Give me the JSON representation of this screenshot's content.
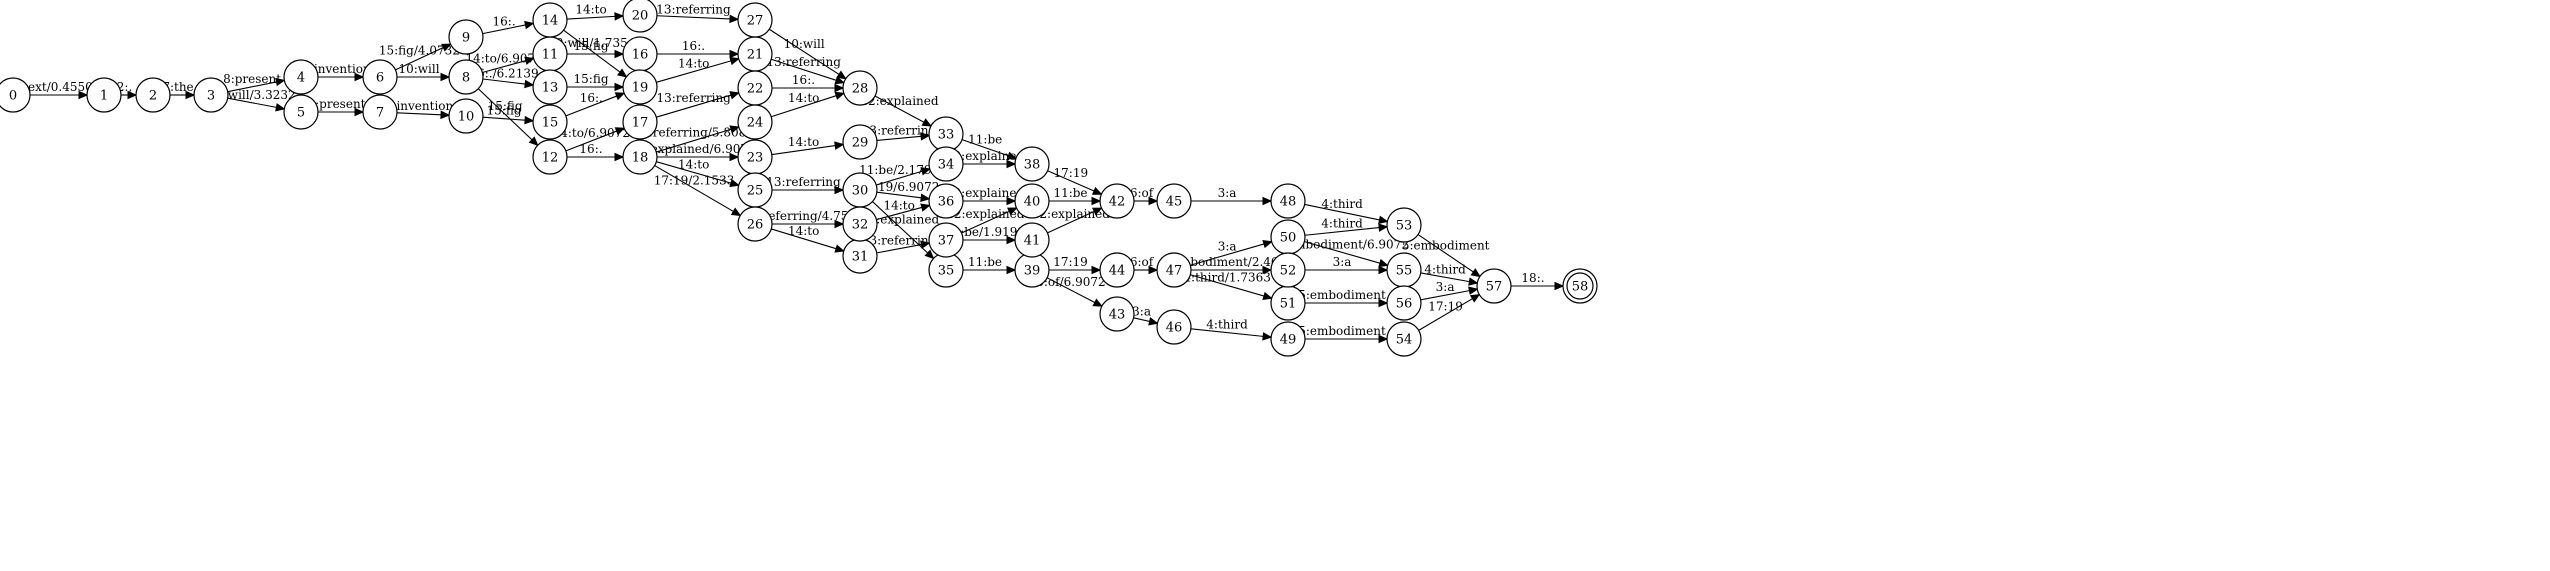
{
  "graph": {
    "start_node": "0",
    "final_node": "58",
    "nodes": [
      "0",
      "1",
      "2",
      "3",
      "4",
      "5",
      "6",
      "7",
      "8",
      "9",
      "10",
      "11",
      "12",
      "13",
      "14",
      "15",
      "16",
      "17",
      "18",
      "19",
      "20",
      "21",
      "22",
      "23",
      "24",
      "25",
      "26",
      "27",
      "28",
      "29",
      "30",
      "31",
      "32",
      "33",
      "34",
      "35",
      "36",
      "37",
      "38",
      "39",
      "40",
      "41",
      "42",
      "43",
      "44",
      "45",
      "46",
      "47",
      "48",
      "49",
      "50",
      "51",
      "52",
      "53",
      "54",
      "55",
      "56",
      "57",
      "58"
    ],
    "edges": [
      {
        "from": "0",
        "to": "1",
        "label": "1:next/0.45508"
      },
      {
        "from": "1",
        "to": "2",
        "label": "2:,"
      },
      {
        "from": "2",
        "to": "3",
        "label": "7:the"
      },
      {
        "from": "3",
        "to": "4",
        "label": "8:present"
      },
      {
        "from": "3",
        "to": "5",
        "label": "10:will/3.3232"
      },
      {
        "from": "4",
        "to": "6",
        "label": "9:invention"
      },
      {
        "from": "5",
        "to": "7",
        "label": "8:present"
      },
      {
        "from": "6",
        "to": "9",
        "label": "15:fig/4.0732"
      },
      {
        "from": "6",
        "to": "8",
        "label": "10:will"
      },
      {
        "from": "7",
        "to": "10",
        "label": "9:invention"
      },
      {
        "from": "9",
        "to": "14",
        "label": "16:."
      },
      {
        "from": "8",
        "to": "11",
        "label": "14:to/6.9072"
      },
      {
        "from": "8",
        "to": "13",
        "label": "16:./6.2139"
      },
      {
        "from": "8",
        "to": "12",
        "label": "15:fig"
      },
      {
        "from": "10",
        "to": "15",
        "label": "15:fig"
      },
      {
        "from": "14",
        "to": "20",
        "label": "14:to"
      },
      {
        "from": "14",
        "to": "19",
        "label": "10:will/1.7354"
      },
      {
        "from": "11",
        "to": "16",
        "label": "15:fig"
      },
      {
        "from": "13",
        "to": "19",
        "label": "15:fig"
      },
      {
        "from": "15",
        "to": "19",
        "label": "16:."
      },
      {
        "from": "12",
        "to": "17",
        "label": "14:to/6.9072"
      },
      {
        "from": "12",
        "to": "18",
        "label": "16:."
      },
      {
        "from": "20",
        "to": "27",
        "label": "13:referring"
      },
      {
        "from": "16",
        "to": "21",
        "label": "16:."
      },
      {
        "from": "19",
        "to": "21",
        "label": "14:to"
      },
      {
        "from": "17",
        "to": "22",
        "label": "13:referring"
      },
      {
        "from": "18",
        "to": "24",
        "label": "13:referring/5.8086"
      },
      {
        "from": "18",
        "to": "23",
        "label": "12:explained/6.9072"
      },
      {
        "from": "18",
        "to": "25",
        "label": "14:to"
      },
      {
        "from": "18",
        "to": "26",
        "label": "17:19/2.1533"
      },
      {
        "from": "27",
        "to": "28",
        "label": "10:will"
      },
      {
        "from": "21",
        "to": "28",
        "label": "13:referring"
      },
      {
        "from": "22",
        "to": "28",
        "label": "16:."
      },
      {
        "from": "24",
        "to": "28",
        "label": "14:to"
      },
      {
        "from": "23",
        "to": "29",
        "label": "14:to"
      },
      {
        "from": "25",
        "to": "30",
        "label": "13:referring"
      },
      {
        "from": "26",
        "to": "32",
        "label": "13:referring/4.7539"
      },
      {
        "from": "26",
        "to": "31",
        "label": "14:to"
      },
      {
        "from": "28",
        "to": "33",
        "label": "12:explained"
      },
      {
        "from": "29",
        "to": "33",
        "label": "13:referring"
      },
      {
        "from": "30",
        "to": "34",
        "label": "11:be/2.1797"
      },
      {
        "from": "30",
        "to": "36",
        "label": "17:19/6.9072"
      },
      {
        "from": "30",
        "to": "35",
        "label": "12:explained"
      },
      {
        "from": "32",
        "to": "36",
        "label": "14:to"
      },
      {
        "from": "31",
        "to": "37",
        "label": "13:referring"
      },
      {
        "from": "33",
        "to": "38",
        "label": "11:be"
      },
      {
        "from": "34",
        "to": "38",
        "label": "12:explained"
      },
      {
        "from": "36",
        "to": "40",
        "label": "12:explained"
      },
      {
        "from": "37",
        "to": "40",
        "label": "12:explained"
      },
      {
        "from": "37",
        "to": "41",
        "label": "11:be/1.9199"
      },
      {
        "from": "35",
        "to": "39",
        "label": "11:be"
      },
      {
        "from": "38",
        "to": "42",
        "label": "17:19"
      },
      {
        "from": "40",
        "to": "42",
        "label": "11:be"
      },
      {
        "from": "41",
        "to": "42",
        "label": "12:explained"
      },
      {
        "from": "39",
        "to": "44",
        "label": "17:19"
      },
      {
        "from": "39",
        "to": "43",
        "label": "6:of/6.9072"
      },
      {
        "from": "42",
        "to": "45",
        "label": "6:of"
      },
      {
        "from": "44",
        "to": "47",
        "label": "6:of"
      },
      {
        "from": "43",
        "to": "46",
        "label": "3:a"
      },
      {
        "from": "45",
        "to": "48",
        "label": "3:a"
      },
      {
        "from": "47",
        "to": "50",
        "label": "3:a"
      },
      {
        "from": "47",
        "to": "52",
        "label": "5:embodiment/2.4639"
      },
      {
        "from": "47",
        "to": "51",
        "label": "4:third/1.7363"
      },
      {
        "from": "46",
        "to": "49",
        "label": "4:third"
      },
      {
        "from": "48",
        "to": "53",
        "label": "4:third"
      },
      {
        "from": "50",
        "to": "53",
        "label": "4:third"
      },
      {
        "from": "50",
        "to": "55",
        "label": "5:embodiment/6.9072"
      },
      {
        "from": "52",
        "to": "55",
        "label": "3:a"
      },
      {
        "from": "51",
        "to": "56",
        "label": "5:embodiment"
      },
      {
        "from": "49",
        "to": "54",
        "label": "5:embodiment"
      },
      {
        "from": "53",
        "to": "57",
        "label": "5:embodiment"
      },
      {
        "from": "55",
        "to": "57",
        "label": "4:third"
      },
      {
        "from": "56",
        "to": "57",
        "label": "3:a"
      },
      {
        "from": "54",
        "to": "57",
        "label": "17:19"
      },
      {
        "from": "57",
        "to": "58",
        "label": "18:."
      }
    ]
  }
}
